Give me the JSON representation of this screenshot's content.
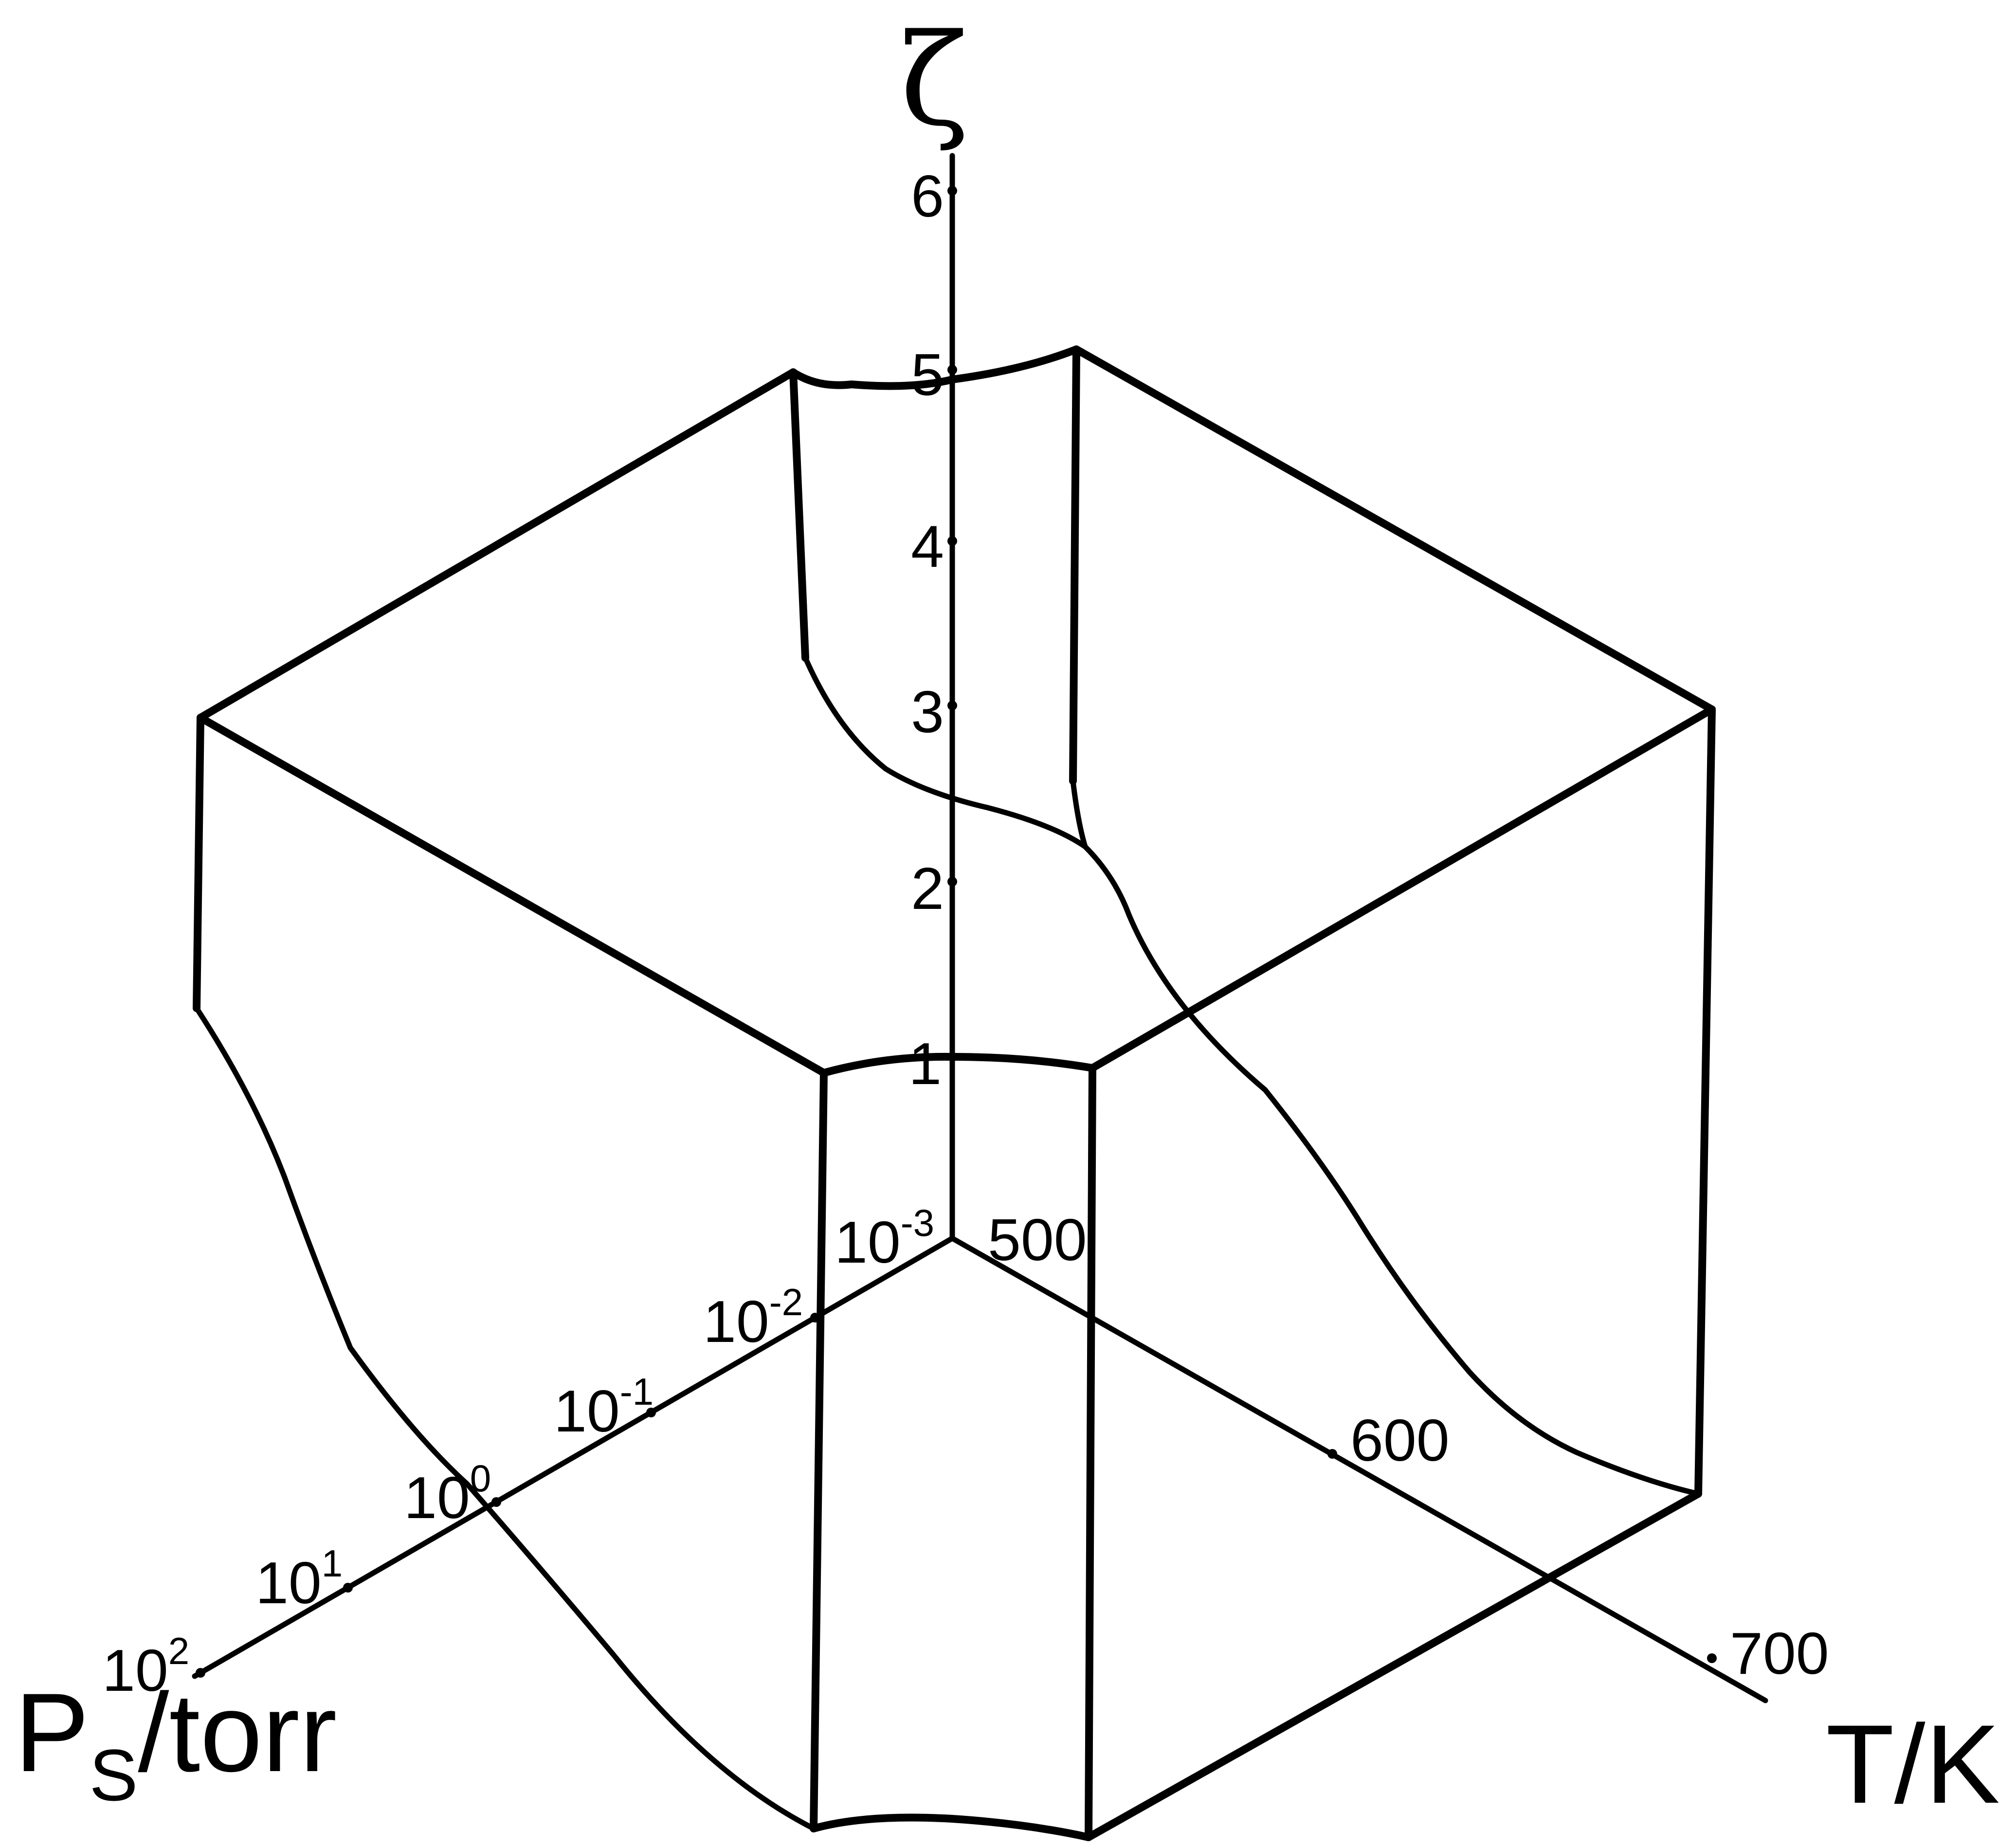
{
  "diagram": {
    "axes": {
      "zeta": {
        "label": "ζ",
        "ticks": [
          "1",
          "2",
          "3",
          "4",
          "5",
          "6"
        ]
      },
      "pressure": {
        "label_main": "P",
        "label_sub": "S",
        "label_rest": "/torr",
        "scale": "log",
        "ticks": [
          {
            "base": "10",
            "exp": "-3"
          },
          {
            "base": "10",
            "exp": "-2"
          },
          {
            "base": "10",
            "exp": "-1"
          },
          {
            "base": "10",
            "exp": "0"
          },
          {
            "base": "10",
            "exp": "1"
          },
          {
            "base": "10",
            "exp": "2"
          }
        ]
      },
      "temperature": {
        "label": "T/K",
        "ticks": [
          "500",
          "600",
          "700"
        ]
      }
    }
  }
}
